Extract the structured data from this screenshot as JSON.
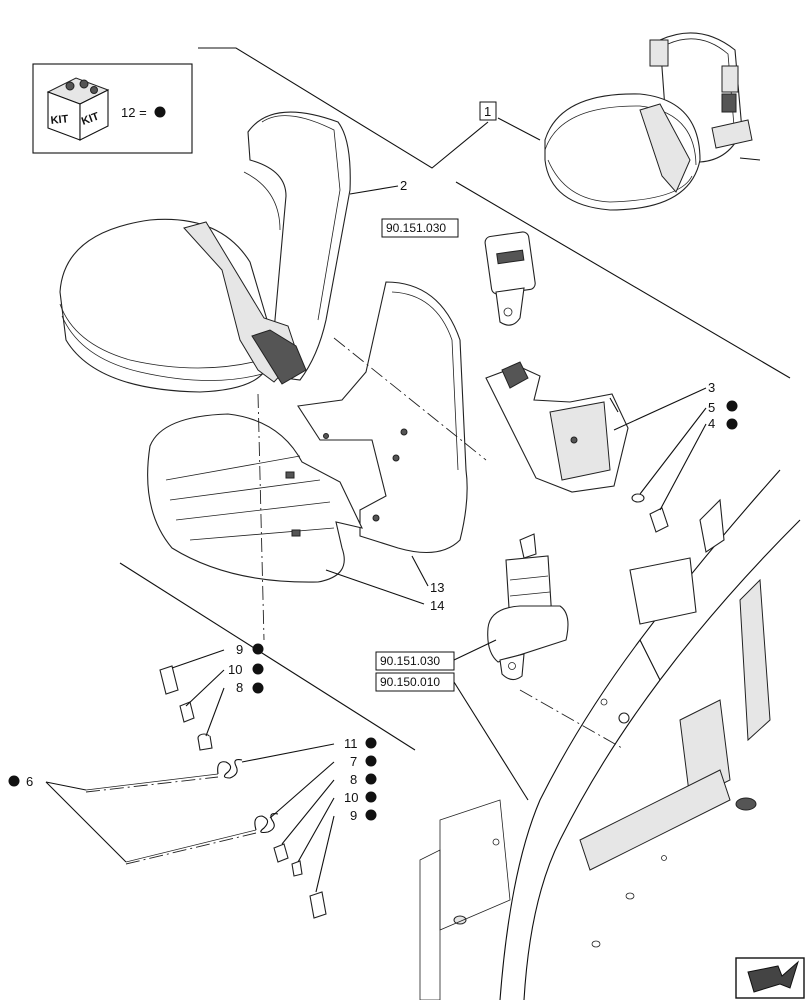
{
  "kit_box": {
    "kit_icon": "kit-box-icon",
    "kit_text_left": "KIT",
    "kit_text_right": "KIT",
    "equation": "12 ="
  },
  "callouts": {
    "c1": "1",
    "c2": "2",
    "c3": "3",
    "c4": "4",
    "c5": "5",
    "c6": "6",
    "c7": "7",
    "c8a": "8",
    "c8b": "8",
    "c9a": "9",
    "c9b": "9",
    "c10a": "10",
    "c10b": "10",
    "c11": "11",
    "c13": "13",
    "c14": "14"
  },
  "references": {
    "r1": "90.151.030",
    "r2": "90.151.030",
    "r3": "90.150.010"
  },
  "nav": {
    "icon": "next-page-arrow-icon"
  }
}
